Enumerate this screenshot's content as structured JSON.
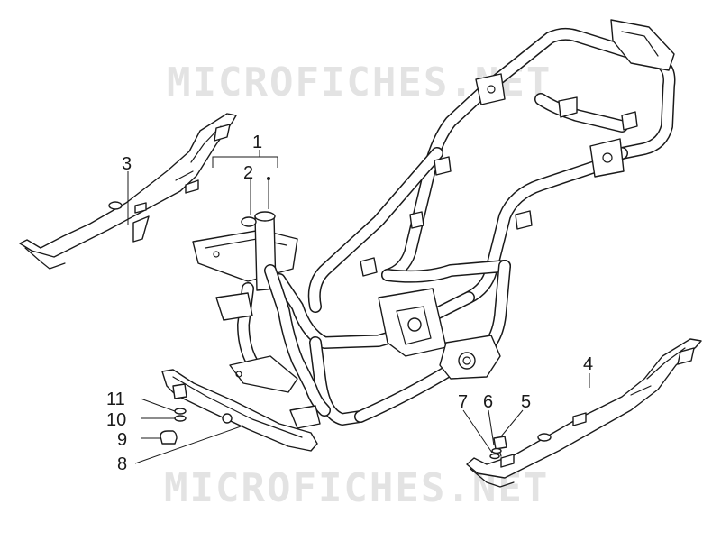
{
  "watermark": {
    "top": "MICROFICHES.NET",
    "bottom": "MICROFICHES.NET"
  },
  "callouts": [
    {
      "id": "1",
      "label": "1"
    },
    {
      "id": "2",
      "label": "2"
    },
    {
      "id": "3",
      "label": "3"
    },
    {
      "id": "4",
      "label": "4"
    },
    {
      "id": "5",
      "label": "5"
    },
    {
      "id": "6",
      "label": "6"
    },
    {
      "id": "7",
      "label": "7"
    },
    {
      "id": "8",
      "label": "8"
    },
    {
      "id": "9",
      "label": "9"
    },
    {
      "id": "10",
      "label": "10"
    },
    {
      "id": "11",
      "label": "11"
    }
  ]
}
